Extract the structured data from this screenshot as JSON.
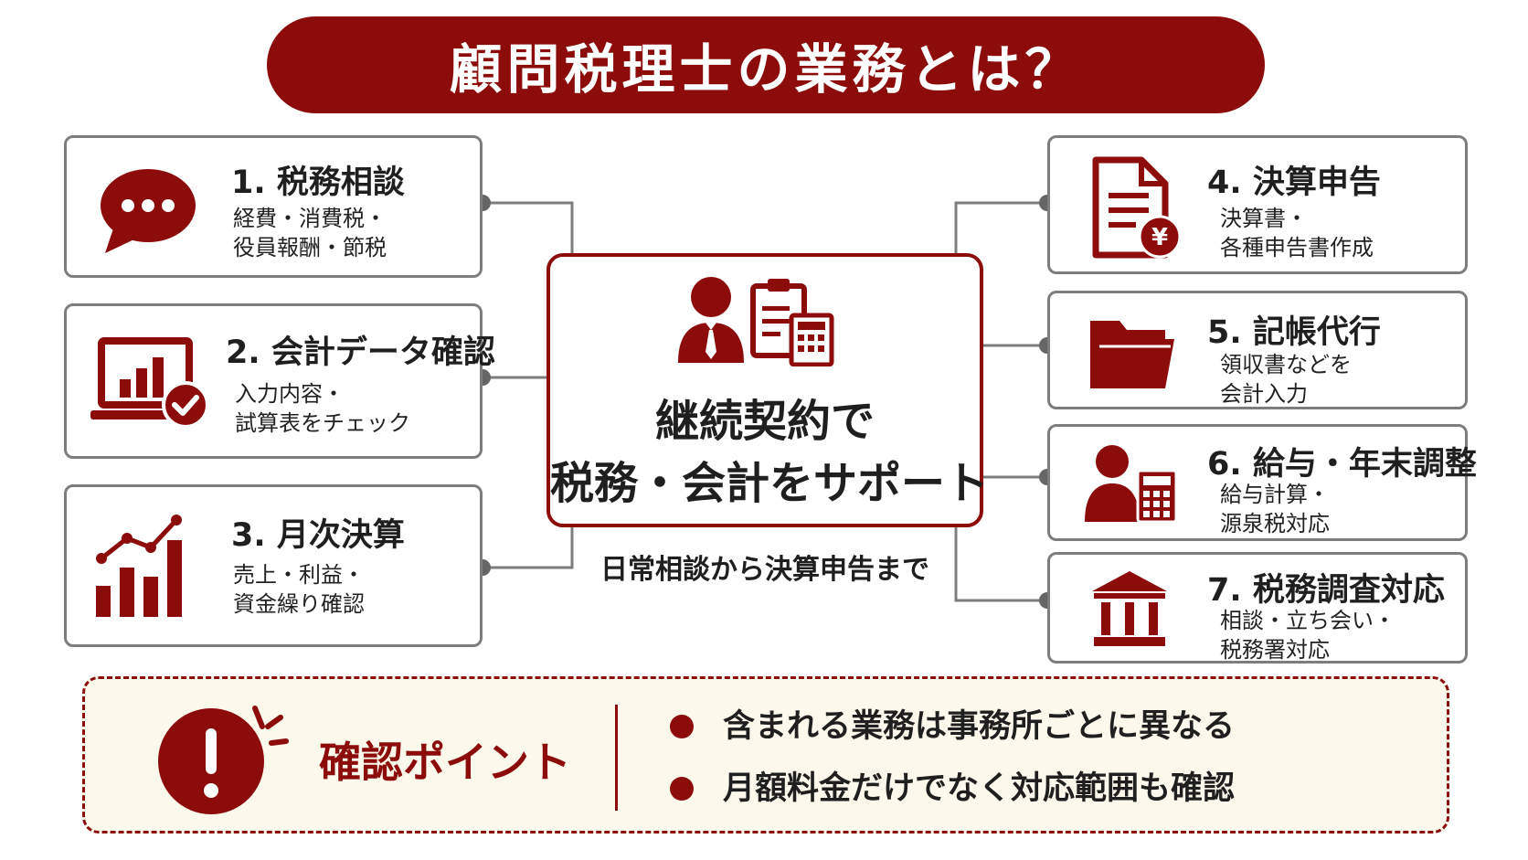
{
  "title": "顧問税理士の業務とは？",
  "colors": {
    "primary": "#8c0c0c",
    "border": "#7d7d7d",
    "note_bg": "#fdf8ec"
  },
  "center": {
    "icon": "tax-accountant-clipboard-calculator-icon",
    "line1": "継続契約で",
    "line2": "税務・会計をサポート",
    "caption": "日常相談から決算申告まで"
  },
  "services": [
    {
      "heading": "1. 税務相談",
      "lines": [
        "経費・消費税・",
        "役員報酬・節税"
      ],
      "icon": "speech-bubble-icon"
    },
    {
      "heading": "2. 会計データ確認",
      "lines": [
        "入力内容・",
        "試算表をチェック"
      ],
      "icon": "laptop-chart-check-icon"
    },
    {
      "heading": "3. 月次決算",
      "lines": [
        "売上・利益・",
        "資金繰り確認"
      ],
      "icon": "bar-chart-trend-icon"
    },
    {
      "heading": "4. 決算申告",
      "lines": [
        "決算書・",
        "各種申告書作成"
      ],
      "icon": "document-yen-icon"
    },
    {
      "heading": "5. 記帳代行",
      "lines": [
        "領収書などを",
        "会計入力"
      ],
      "icon": "folder-icon"
    },
    {
      "heading": "6. 給与・年末調整",
      "lines": [
        "給与計算・",
        "源泉税対応"
      ],
      "icon": "person-calculator-icon"
    },
    {
      "heading": "7. 税務調査対応",
      "lines": [
        "相談・立ち会い・",
        "税務署対応"
      ],
      "icon": "government-building-icon"
    }
  ],
  "check_point": {
    "label": "確認ポイント",
    "icon": "exclamation-alert-icon",
    "items": [
      "含まれる業務は事務所ごとに異なる",
      "月額料金だけでなく対応範囲も確認"
    ]
  }
}
